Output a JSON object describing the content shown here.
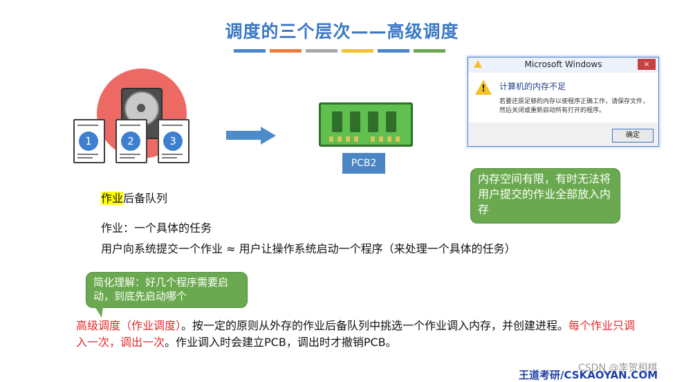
{
  "slide": {
    "title": "调度的三个层次——高级调度",
    "title_bar_colors": [
      "#4a86c4",
      "#e97c3a",
      "#a8a8a8",
      "#f2c12e",
      "#4a86c4",
      "#6aa94f"
    ]
  },
  "illustration": {
    "doc_numbers": [
      "1",
      "2",
      "3"
    ],
    "pcb_label": "PCB2"
  },
  "dialog": {
    "window_title": "Microsoft Windows",
    "close": "×",
    "heading": "计算机的内存不足",
    "message": "若要还原足够的内存以使程序正确工作，请保存文件，然后关闭或重新启动所有打开的程序。",
    "ok_button": "确定"
  },
  "note_memory": "内存空间有限，有时无法将用户提交的作业全部放入内存",
  "queue_label": {
    "highlighted": "作业",
    "rest": "后备队列"
  },
  "definitions": {
    "job": "作业：一个具体的任务",
    "submit": "用户向系统提交一个作业 ≈ 用户让操作系统启动一个程序（来处理一个具体的任务）"
  },
  "note_simple": "简化理解：好几个程序需要启动，到底先启动哪个",
  "bottom": {
    "red1": "高级调度（作业调度）",
    "part1": "。按一定的原则从外存的作业后备队列中挑选一个作业调入内存，并创建进程。",
    "red2": "每个作业只调入一次，调出一次",
    "part2": "。作业调入时会建立PCB，调出时才撤销PCB。"
  },
  "footer": "王道考研/CSKAOYAN.COM",
  "csdn": "CSDN @李贺相棋"
}
